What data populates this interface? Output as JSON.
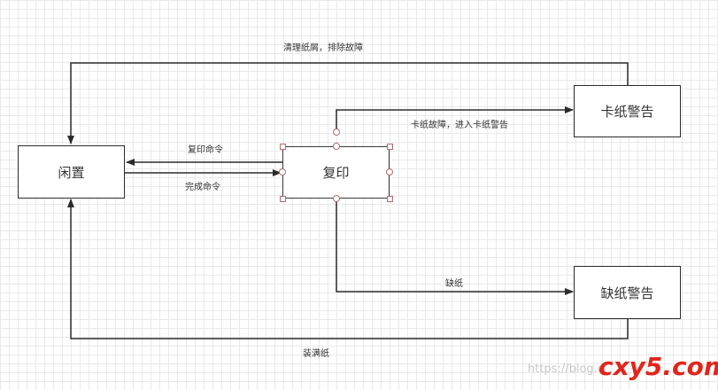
{
  "states": {
    "idle": "闲置",
    "copy": "复印",
    "jam_warning": "卡纸警告",
    "paper_out_warning": "缺纸警告"
  },
  "transitions": {
    "clear_jam": "清理纸屑，排除故障",
    "copy_command": "复印命令",
    "complete_command": "完成命令",
    "jam_fault": "卡纸故障，进入卡纸警告",
    "out_of_paper": "缺纸",
    "load_paper": "装满纸"
  },
  "watermark": {
    "url": "https://blog.c",
    "logo": "cxy5.com"
  },
  "colors": {
    "line": "#2b2b2b",
    "selection": "#b06a6a",
    "watermark_logo": "#e1251b"
  }
}
